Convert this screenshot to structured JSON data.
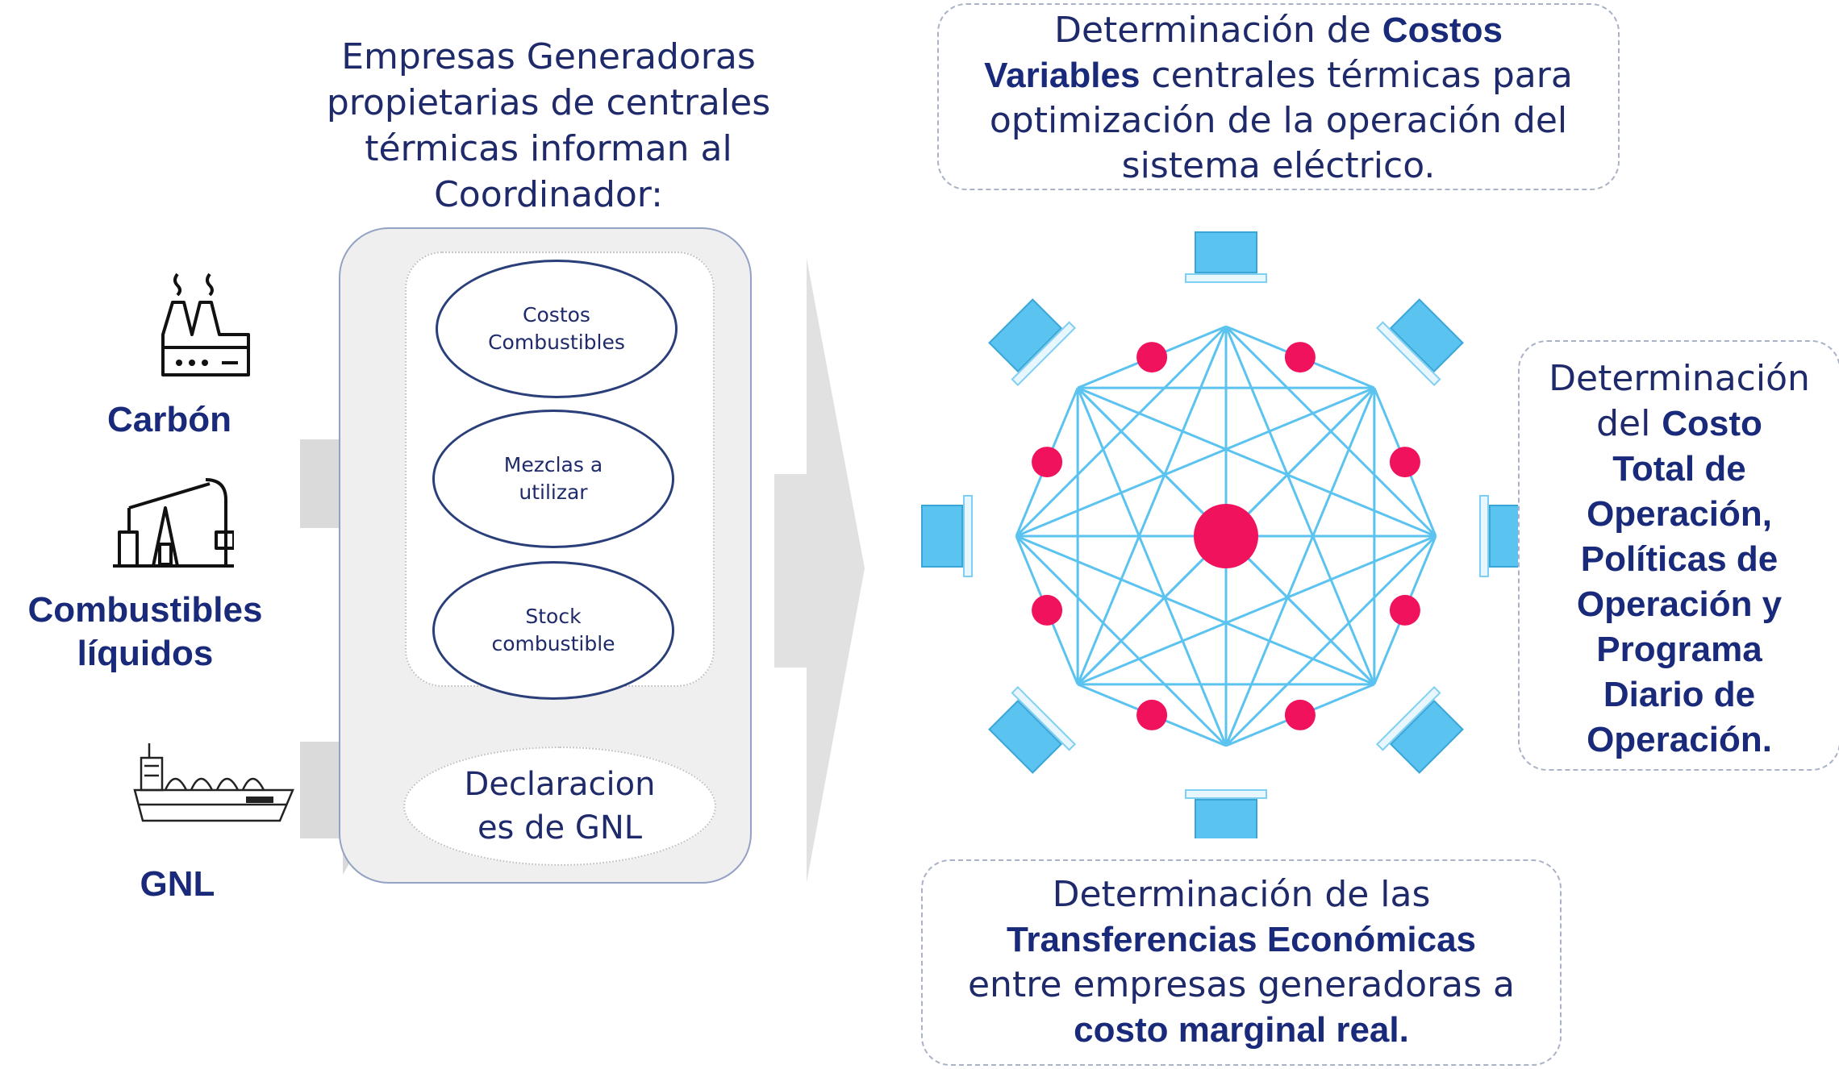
{
  "left_title": {
    "lines": [
      "Empresas Generadoras",
      "propietarias de centrales",
      "térmicas informan al",
      "Coordinador:"
    ]
  },
  "fuels": [
    {
      "icon": "factory-icon",
      "label_lines": [
        "Carbón"
      ]
    },
    {
      "icon": "oil-pumpjack-icon",
      "label_lines": [
        "Combustibles",
        "líquidos"
      ]
    },
    {
      "icon": "lng-tanker-ship-icon",
      "label_lines": [
        "GNL"
      ]
    }
  ],
  "panel": {
    "ovals": [
      {
        "lines": [
          "Costos",
          "Combustibles"
        ]
      },
      {
        "lines": [
          "Mezclas a",
          "utilizar"
        ]
      },
      {
        "lines": [
          "Stock",
          "combustible"
        ]
      }
    ],
    "gnl_declaration": {
      "lines": [
        "Declaracion",
        "es de GNL"
      ]
    }
  },
  "callout_top": {
    "pre": "Determinación de ",
    "bold1": "Costos",
    "bold2": "Variables",
    "post": " centrales térmicas para",
    "line3": "optimización de la operación del",
    "line4": "sistema eléctrico."
  },
  "callout_right": {
    "line1": "Determinación",
    "pre2": "del ",
    "bold2": "Costo",
    "bold_lines": [
      "Total de",
      "Operación,",
      "Políticas de",
      "Operación y",
      "Programa",
      "Diario de",
      "Operación."
    ]
  },
  "callout_bottom": {
    "line1": "Determinación de las",
    "bold2": "Transferencias Económicas",
    "line3": "entre empresas generadoras a",
    "bold4": "costo marginal real."
  },
  "colors": {
    "navy": "#1f2a6b",
    "network_line": "#5bc3f0",
    "node": "#f0125c",
    "laptop": "#5bc3f0",
    "arrow": "#dcdcdc"
  }
}
